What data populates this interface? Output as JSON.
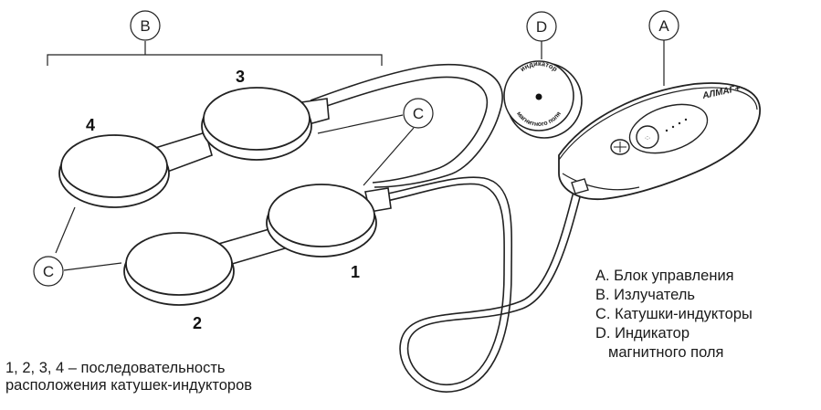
{
  "markers": {
    "a": "A",
    "b": "B",
    "c": "C",
    "d": "D"
  },
  "coil_numbers": {
    "n1": "1",
    "n2": "2",
    "n3": "3",
    "n4": "4"
  },
  "device": {
    "brand": "АЛМАГ+"
  },
  "indicator_disc": {
    "text_top": "индикатор",
    "text_bottom": "магнитного поля"
  },
  "legend": {
    "a": "A. Блок управления",
    "b": "B. Излучатель",
    "c": "C. Катушки-индукторы",
    "d_line1": "D. Индикатор",
    "d_line2": "магнитного поля"
  },
  "note": {
    "line1": "1, 2, 3, 4 – последовательность",
    "line2": "расположения катушек-индукторов"
  }
}
